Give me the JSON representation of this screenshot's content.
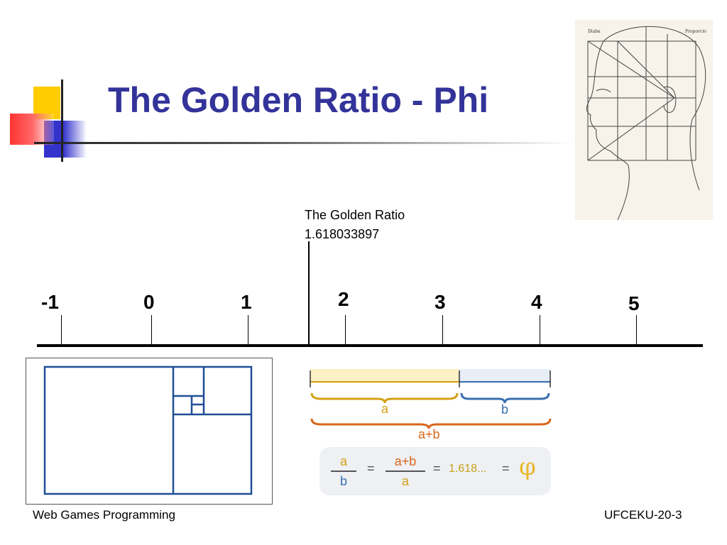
{
  "slide": {
    "title": "The Golden Ratio - Phi",
    "callout": {
      "line1": "The Golden Ratio",
      "line2": "1.618033897"
    },
    "number_line": {
      "labels": [
        "-1",
        "0",
        "1",
        "2",
        "3",
        "4",
        "5"
      ]
    },
    "diagram": {
      "label_a": "a",
      "label_b": "b",
      "label_ab": "a+b",
      "eq_num1": "a",
      "eq_den1": "b",
      "eq_num2": "a+b",
      "eq_den2": "a",
      "equals": "=",
      "value": "1.618...",
      "phi": "φ"
    },
    "footer": {
      "left": "Web Games Programming",
      "right": "UFCEKU-20-3"
    },
    "colors": {
      "title": "#33339a",
      "accent_yellow": "#ffcc00",
      "accent_blue": "#3333cc",
      "accent_red": "#ff3333",
      "rect_blue": "#1f4e96",
      "gold": "#d4a017",
      "bar_blue": "#3a6fb0",
      "orange": "#d9661a"
    }
  }
}
